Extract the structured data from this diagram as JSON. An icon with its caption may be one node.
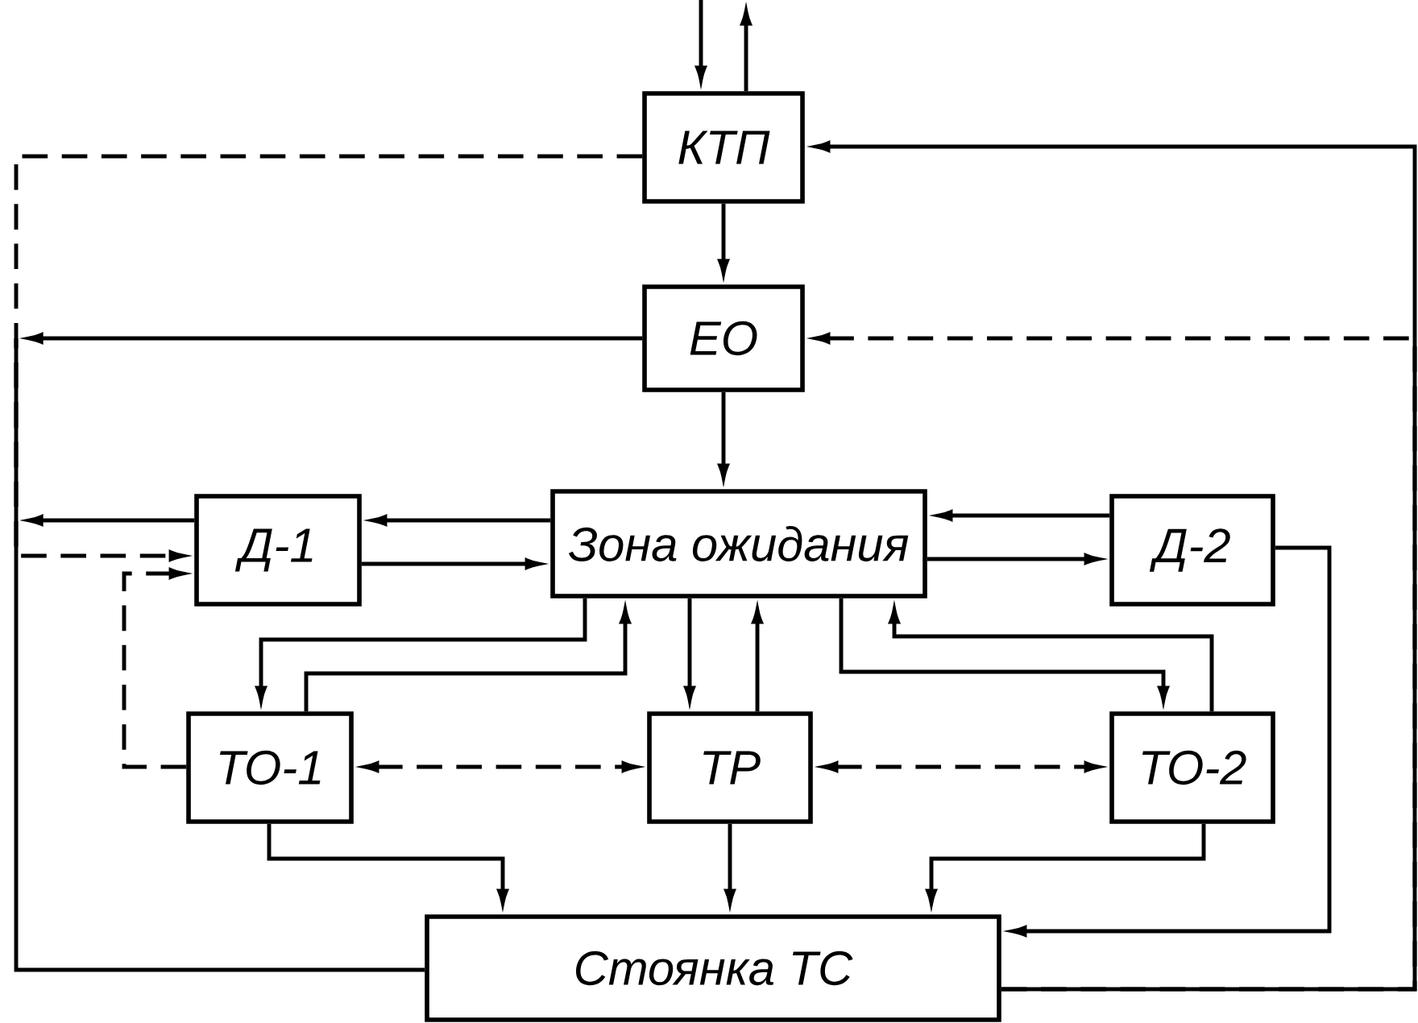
{
  "diagram": {
    "nodes": [
      {
        "text": [
          "КТП"
        ]
      },
      {
        "text": [
          "ЕО"
        ]
      },
      {
        "text": [
          "Зона ожидания"
        ]
      },
      {
        "text": [
          "Д-1"
        ]
      },
      {
        "text": [
          "Д-2"
        ]
      },
      {
        "text": [
          "ТО-1"
        ]
      },
      {
        "text": [
          "ТР"
        ]
      },
      {
        "text": [
          "ТО-2"
        ]
      },
      {
        "text": [
          "Стоянка ТС"
        ]
      }
    ],
    "edges": [
      {
        "from": null,
        "to": 0,
        "arrow": "to"
      },
      {
        "from": 0,
        "to": null,
        "arrow": "to"
      },
      {
        "from": 0,
        "to": 1,
        "arrow": "to"
      },
      {
        "from": 1,
        "to": 2,
        "arrow": "to"
      },
      {
        "from": 0,
        "to": 3,
        "arrow": "to",
        "style": "dashed"
      },
      {
        "from": 1,
        "to": null,
        "arrow": "to"
      },
      {
        "from": 3,
        "to": null,
        "arrow": "to"
      },
      {
        "from": 2,
        "to": 3,
        "arrow": "to"
      },
      {
        "from": 3,
        "to": 2,
        "arrow": "to"
      },
      {
        "from": 4,
        "to": 2,
        "arrow": "to"
      },
      {
        "from": 2,
        "to": 4,
        "arrow": "to"
      },
      {
        "from": 2,
        "to": 5,
        "arrow": "to"
      },
      {
        "from": 5,
        "to": 2,
        "arrow": "to"
      },
      {
        "from": 2,
        "to": 6,
        "arrow": "to"
      },
      {
        "from": 6,
        "to": 2,
        "arrow": "to"
      },
      {
        "from": 2,
        "to": 7,
        "arrow": "to"
      },
      {
        "from": 7,
        "to": 2,
        "arrow": "to"
      },
      {
        "from": 5,
        "to": 3,
        "arrow": "to",
        "style": "dashed"
      },
      {
        "from": 5,
        "to": 6,
        "arrow": "both",
        "style": "dashed"
      },
      {
        "from": 6,
        "to": 7,
        "arrow": "both",
        "style": "dashed"
      },
      {
        "from": 5,
        "to": 8,
        "arrow": "to"
      },
      {
        "from": 6,
        "to": 8,
        "arrow": "to"
      },
      {
        "from": 7,
        "to": 8,
        "arrow": "to"
      },
      {
        "from": 4,
        "to": 8,
        "arrow": "to"
      },
      {
        "from": 8,
        "to": 0,
        "arrow": "to"
      },
      {
        "from": 8,
        "to": 1,
        "arrow": "to",
        "style": "dashed"
      },
      {
        "from": null,
        "to": 8,
        "arrow": "none"
      }
    ]
  }
}
